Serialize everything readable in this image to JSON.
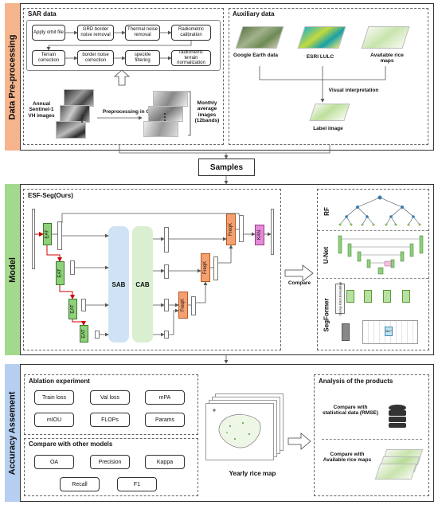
{
  "stages": {
    "preprocessing": "Data Pre-processing",
    "model": "Model",
    "accuracy": "Accuracy Assement"
  },
  "sar": {
    "title": "SAR data",
    "steps": [
      "Apply orbit file",
      "GRD border noise removal",
      "Thermal noise removal",
      "Radiometric calibration",
      "Terrain correction",
      "border noise correction",
      "speckle filtering",
      "radiometric terrain normalization"
    ],
    "annual_label": "Annual Sentinel-1 VH images",
    "gee_label": "Preprocessing in GEE",
    "monthly_label": "Monthly average images (12bands)"
  },
  "aux": {
    "title": "Auxiliary data",
    "sources": [
      "Google Earth data",
      "ESRI LULC",
      "Available rice maps"
    ],
    "visual_label": "Visual interpretation",
    "label_image": "Label image"
  },
  "samples": "Samples",
  "model": {
    "esf_title": "ESF-Seg(Ours)",
    "blocks": {
      "eat": "EAT",
      "freqk": "FreqK",
      "kan": "KAN",
      "sab": "SAB",
      "cab": "CAB"
    },
    "compare_label": "Compare",
    "others": [
      "RF",
      "U-Net",
      "SegFormer"
    ],
    "segformer_sub": [
      "Overlap Patch Embeddings",
      "MLP"
    ]
  },
  "accuracy": {
    "ablation_title": "Ablation experiment",
    "ablation_items": [
      "Train loss",
      "Val loss",
      "mPA",
      "mIOU",
      "FLOPs",
      "Params"
    ],
    "compare_title": "Compare with other models",
    "compare_items": [
      "OA",
      "Precision",
      "Kappa",
      "Recall",
      "F1"
    ],
    "map_label": "Yearly rice map",
    "products_title": "Analysis of the products",
    "products": [
      "Compare with statistical data (RMSE)",
      "Compare with Available rice maps"
    ]
  },
  "colors": {
    "preprocessing_band": "#f6b48c",
    "model_band": "#a3d98c",
    "accuracy_band": "#b6cff0",
    "eat": "#8fd07a",
    "freqk": "#f5a070",
    "kan": "#e58ad6",
    "sab": "#cfe3f5",
    "cab": "#d9efd0"
  }
}
